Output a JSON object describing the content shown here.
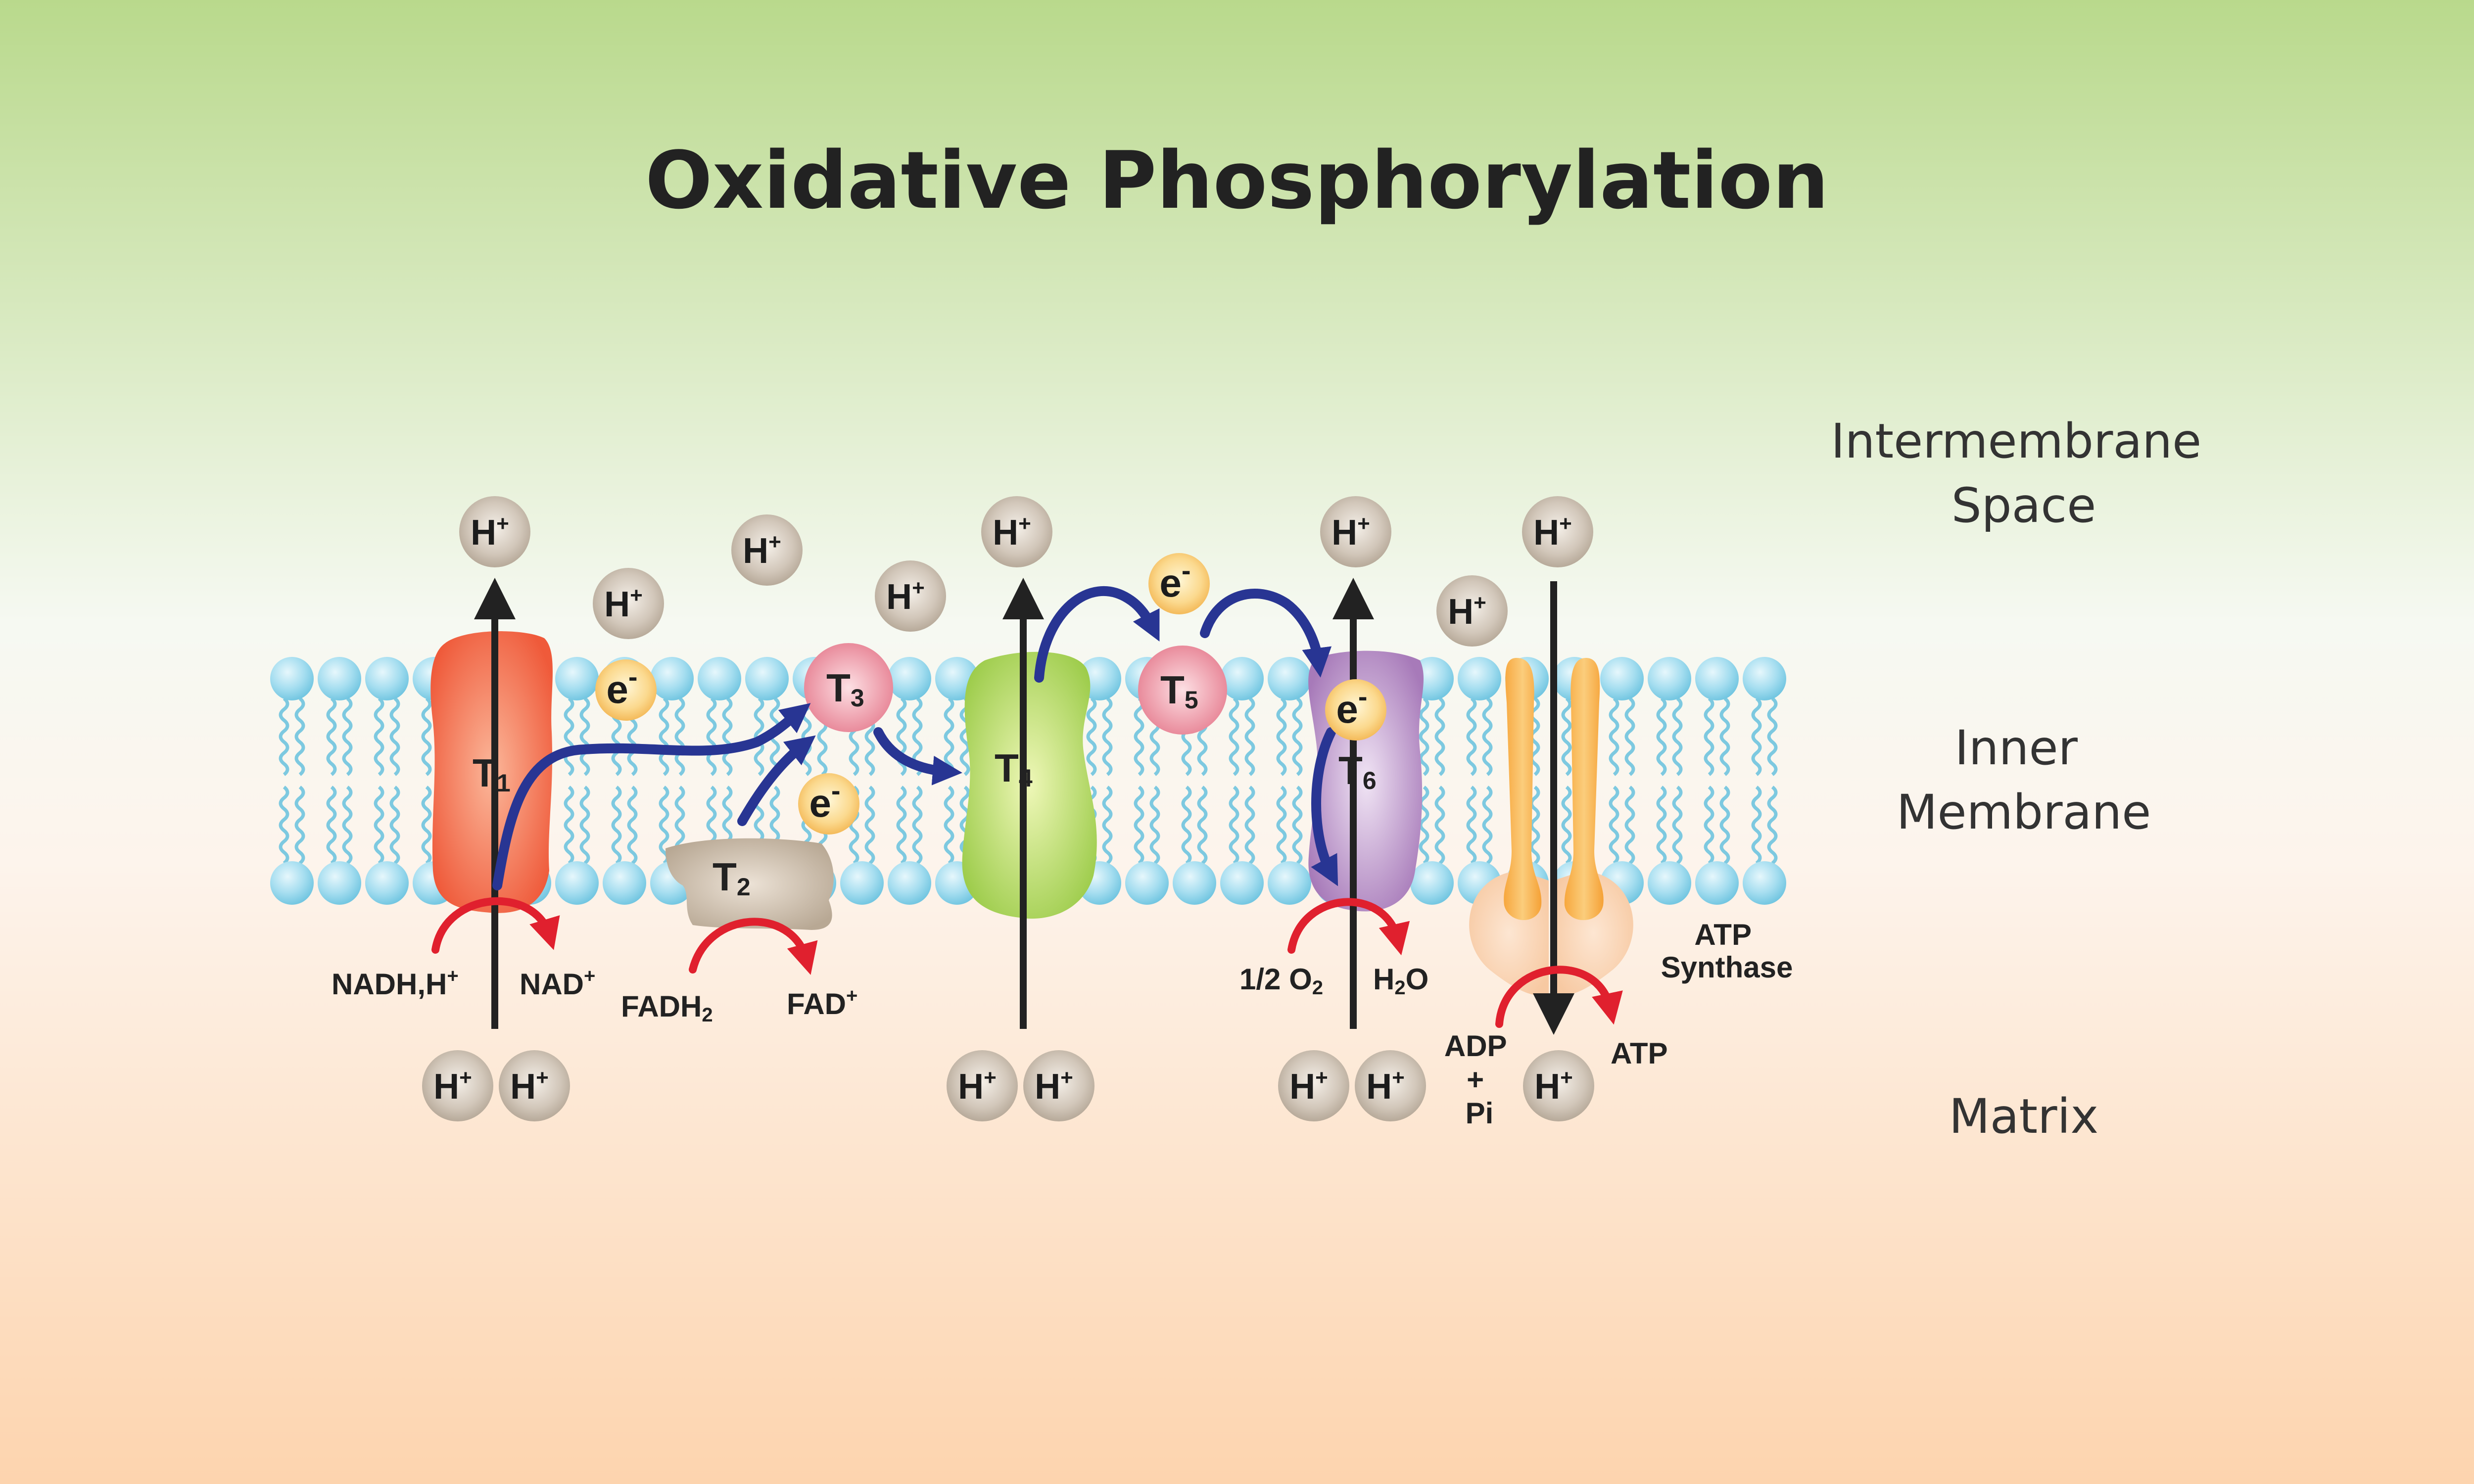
{
  "title": "Oxidative Phosphorylation",
  "regions": {
    "intermembrane": [
      "Intermembrane",
      "Space"
    ],
    "inner": [
      "Inner",
      "Membrane"
    ],
    "matrix": "Matrix"
  },
  "complexes": {
    "t1": {
      "letter": "T",
      "sub": "1"
    },
    "t2": {
      "letter": "T",
      "sub": "2"
    },
    "t3": {
      "letter": "T",
      "sub": "3"
    },
    "t4": {
      "letter": "T",
      "sub": "4"
    },
    "t5": {
      "letter": "T",
      "sub": "5"
    },
    "t6": {
      "letter": "T",
      "sub": "6"
    }
  },
  "proton": {
    "base": "H",
    "sup": "+"
  },
  "electron": {
    "base": "e",
    "sup": "-"
  },
  "reactions": {
    "nadh": {
      "base": "NADH,H",
      "sup": "+"
    },
    "nad": {
      "base": "NAD",
      "sup": "+"
    },
    "fadh2": {
      "base": "FADH",
      "sub": "2"
    },
    "fad": {
      "base": "FAD",
      "sup": "+"
    },
    "o2": {
      "base": "1/2 O",
      "sub": "2"
    },
    "h2o": {
      "pre": "H",
      "sub": "2",
      "post": "O"
    },
    "adp": [
      "ADP",
      "+",
      "Pi"
    ],
    "atp": "ATP",
    "atp_synthase": [
      "ATP",
      "Synthase"
    ]
  },
  "colors": {
    "bg_top": "#b9d98c",
    "bg_mid": "#f6f9f2",
    "bg_bottom": "#fdd4ae",
    "lipid_head": "#8fd3e8",
    "complex_t1": "#f2734f",
    "complex_t2": "#c8b9a6",
    "complex_t3": "#ee8f9f",
    "complex_t4": "#b1d760",
    "complex_t5": "#ee8f9f",
    "complex_t6": "#b98ec9",
    "atp_synthase": "#f6b556",
    "electron_path": "#283593",
    "reaction_arrow": "#e0202e",
    "proton_ball": "#bfb2a3"
  }
}
